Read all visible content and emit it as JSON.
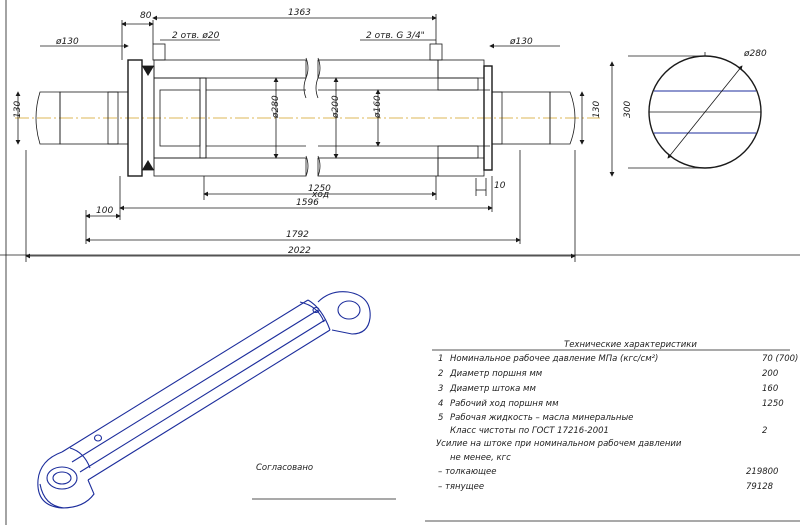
{
  "drawing": {
    "dimensions": {
      "d_130_left": "ø130",
      "d_80": "80",
      "d_1363": "1363",
      "ports_left": "2 отв. ø20",
      "ports_right": "2 отв. G 3/4\"",
      "d_130_right": "ø130",
      "d_280_side": "ø280",
      "d_130_v_left": "130",
      "d_280_inner": "ø280",
      "d_200": "ø200",
      "d_160": "ø160",
      "d_130_v_right": "130",
      "d_300": "300",
      "d_1250": "1250",
      "d_10": "10",
      "d_1596": "1596",
      "hod": "ход",
      "d_100": "100",
      "d_1792": "1792",
      "d_2022": "2022"
    },
    "spec": {
      "title": "Технические характеристики",
      "items": [
        {
          "num": "1",
          "text": "Номинальное рабочее давление МПа (кгс/см²)",
          "value": "70 (700)"
        },
        {
          "num": "2",
          "text": "Диаметр поршня мм",
          "value": "200"
        },
        {
          "num": "3",
          "text": "Диаметр штока мм",
          "value": "160"
        },
        {
          "num": "4",
          "text": "Рабочий ход поршня мм",
          "value": "1250"
        },
        {
          "num": "5",
          "text": "Рабочая жидкость – масла минеральные",
          "value": ""
        }
      ],
      "cleanliness": {
        "text": "Класс чистоты по ГОСТ 17216-2001",
        "value": "2"
      },
      "force_title": "Усилие на штоке при номинальном рабочем давлении",
      "force_unit": "не менее, кгс",
      "push": {
        "label": "– толкающее",
        "value": "219800"
      },
      "pull": {
        "label": "– тянущее",
        "value": "79128"
      }
    },
    "approval": "Согласовано"
  }
}
